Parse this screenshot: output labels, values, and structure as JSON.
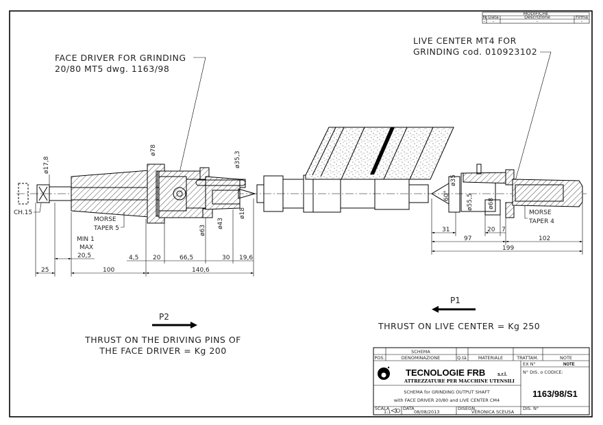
{
  "labels": {
    "face_driver_1": "FACE DRIVER FOR GRINDING",
    "face_driver_2": "20/80 MT5 dwg. 1163/98",
    "live_center_1": "LIVE CENTER MT4 FOR",
    "live_center_2": "GRINDING cod. 010923102",
    "morse5_1": "MORSE",
    "morse5_2": "TAPER 5",
    "morse4_1": "MORSE",
    "morse4_2": "TAPER 4",
    "ch15": "CH.15",
    "p2": "P2",
    "p1": "P1",
    "thrust_driver_1": "THRUST ON THE DRIVING PINS OF",
    "thrust_driver_2": "THE FACE DRIVER = Kg 200",
    "thrust_center": "THRUST ON LIVE CENTER = Kg 250"
  },
  "dimensions": {
    "d17_8": "ø17,8",
    "d78": "ø78",
    "d35_3": "ø35,3",
    "d63": "ø63",
    "d43": "ø43",
    "d18": "ø18",
    "min": "MIN  1",
    "max": "MAX",
    "max_val": "20,5",
    "l4_5": "4,5",
    "l20": "20",
    "l66_5": "66,5",
    "l30": "30",
    "l19_6": "19,6",
    "l25": "25",
    "l100": "100",
    "l140_6": "140,6",
    "d35": "ø35",
    "a60": "60°",
    "d55_5": "ø55,5",
    "d68": "ø68",
    "r31": "31",
    "r20": "20",
    "r7": "7",
    "r97": "97",
    "r102": "102",
    "r199": "199"
  },
  "revision_table": {
    "title": "MODIFICHE",
    "headers": [
      "N",
      "Data",
      "Descrizione",
      "Firma"
    ],
    "row": [
      "-",
      "-",
      "-",
      "-"
    ]
  },
  "title_block": {
    "schema": "SCHEMA",
    "headers": [
      "POS.",
      "DENOMINAZIONE",
      "Q.tà",
      "MATERIALE",
      "TRATTAM.",
      "NOTE"
    ],
    "company": "TECNOLOGIE FRB",
    "company_suffix": "s.r.l.",
    "company_sub": "ATTREZZATURE PER MACCHINE UTENSILI",
    "ex_label": "EX N°",
    "note": "NOTE",
    "code_label": "N° DIS. o CODICE:",
    "code": "1163/98/S1",
    "desc_1": "SCHEMA for GRINDING OUTPUT SHAFT",
    "desc_2": "with FACE DRIVER 20/80 and LIVE CENTER CM4",
    "scale_label": "SCALA",
    "scale": "1:1",
    "date_label": "DATA",
    "date": "08/08/2013",
    "drawn_label": "DISEGN.",
    "drawn_by": "VERONICA SCEUSA",
    "sheet_label": "DIS. N°"
  }
}
